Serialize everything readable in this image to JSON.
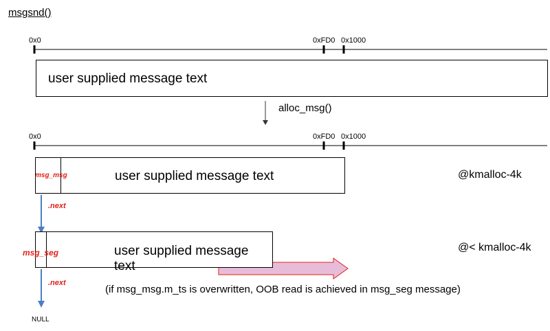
{
  "title": "msgsnd()",
  "ruler_top": {
    "start": "0x0",
    "mid": "0xFD0",
    "end": "0x1000"
  },
  "top_box": {
    "text": "user supplied message text"
  },
  "alloc_label": "alloc_msg()",
  "ruler_bottom": {
    "start": "0x0",
    "mid": "0xFD0",
    "end": "0x1000"
  },
  "msg_msg_box": {
    "header": "msg_msg",
    "text": "user supplied message text",
    "side": "@kmalloc-4k"
  },
  "next_1": ".next",
  "msg_seg_box": {
    "header": "msg_seg",
    "text": "user supplied message text",
    "side": "@< kmalloc-4k"
  },
  "next_2": ".next",
  "null_label": "NULL",
  "note": "(if msg_msg.m_ts is overwritten, OOB read is achieved in msg_seg message)",
  "colors": {
    "red": "#e0201a",
    "blue": "#4a7ec7",
    "pink_fill": "#e8bcd9",
    "pink_stroke": "#e0201a"
  }
}
